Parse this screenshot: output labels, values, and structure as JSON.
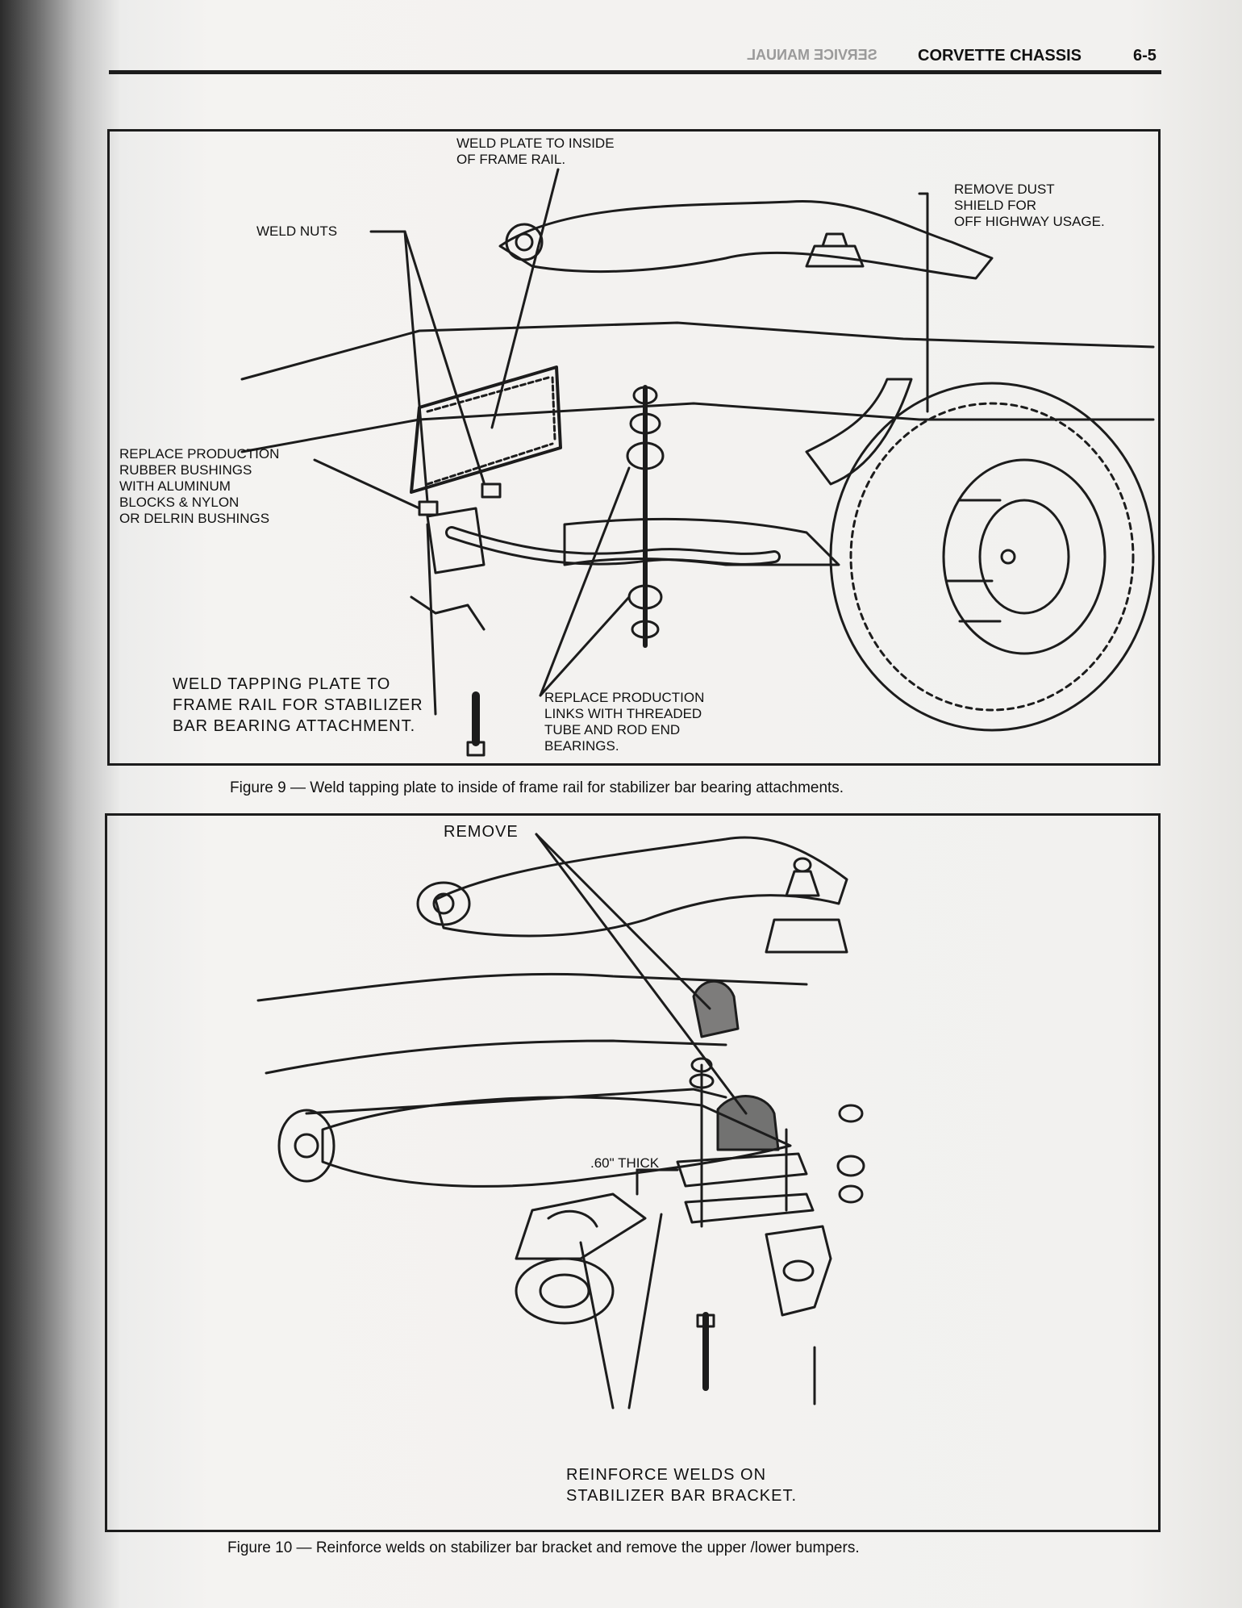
{
  "header": {
    "title": "CORVETTE CHASSIS",
    "page": "6-5",
    "mirrored_text": "SERVICE MANUAL"
  },
  "figure9": {
    "caption": "Figure 9 — Weld tapping plate to inside of frame rail for stabilizer bar bearing attachments.",
    "labels": {
      "weld_plate": "WELD PLATE TO INSIDE\nOF FRAME RAIL.",
      "remove_dust": "REMOVE DUST\nSHIELD FOR\nOFF HIGHWAY USAGE.",
      "weld_nuts": "WELD NUTS",
      "replace_bushings": "REPLACE PRODUCTION\nRUBBER BUSHINGS\nWITH ALUMINUM\nBLOCKS & NYLON\nOR DELRIN BUSHINGS",
      "weld_tapping": "WELD TAPPING PLATE TO\nFRAME RAIL FOR STABILIZER\nBAR BEARING ATTACHMENT.",
      "replace_links": "REPLACE PRODUCTION\nLINKS WITH THREADED\nTUBE AND ROD END\nBEARINGS."
    }
  },
  "figure10": {
    "caption": "Figure 10 — Reinforce welds on stabilizer bar bracket and remove the upper /lower bumpers.",
    "labels": {
      "remove": "REMOVE",
      "thick": ".60\" THICK",
      "reinforce": "REINFORCE WELDS ON\nSTABILIZER BAR BRACKET."
    }
  },
  "colors": {
    "ink": "#1c1c1c",
    "paper": "#f2f1ef"
  }
}
